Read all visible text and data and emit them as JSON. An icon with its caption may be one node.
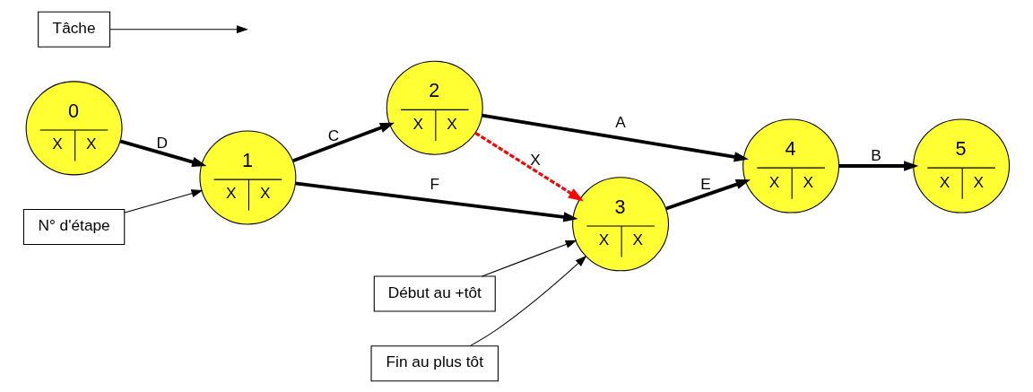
{
  "diagram": {
    "nodes": [
      {
        "text": [
          "0",
          "X",
          "X"
        ]
      },
      {
        "text": [
          "1",
          "X",
          "X"
        ]
      },
      {
        "text": [
          "2",
          "X",
          "X"
        ]
      },
      {
        "text": [
          "3",
          "X",
          "X"
        ]
      },
      {
        "text": [
          "4",
          "X",
          "X"
        ]
      },
      {
        "text": [
          "5",
          "X",
          "X"
        ]
      },
      {
        "text": [
          "N° d'étape"
        ]
      },
      {
        "text": [
          "Tâche"
        ]
      },
      {
        "text": [
          "Début au +tôt"
        ]
      },
      {
        "text": [
          "Fin au plus tôt"
        ]
      }
    ],
    "edges": [
      {
        "from": 0,
        "to": 1,
        "arrow": "to",
        "label": "D"
      },
      {
        "from": 1,
        "to": 2,
        "arrow": "to",
        "label": "C"
      },
      {
        "from": 1,
        "to": 3,
        "arrow": "to",
        "label": "F"
      },
      {
        "from": 2,
        "to": 4,
        "arrow": "to",
        "label": "A"
      },
      {
        "from": 2,
        "to": 3,
        "arrow": "to",
        "label": "X",
        "style": "dashed",
        "color": "#ff0000"
      },
      {
        "from": 3,
        "to": 4,
        "arrow": "to",
        "label": "E"
      },
      {
        "from": 4,
        "to": 5,
        "arrow": "to",
        "label": "B"
      },
      {
        "from": 6,
        "to": 1,
        "arrow": "to"
      },
      {
        "from": 7,
        "to": null,
        "arrow": "to"
      },
      {
        "from": 8,
        "to": 3,
        "arrow": "to"
      },
      {
        "from": 9,
        "to": 3,
        "arrow": "to"
      }
    ]
  }
}
